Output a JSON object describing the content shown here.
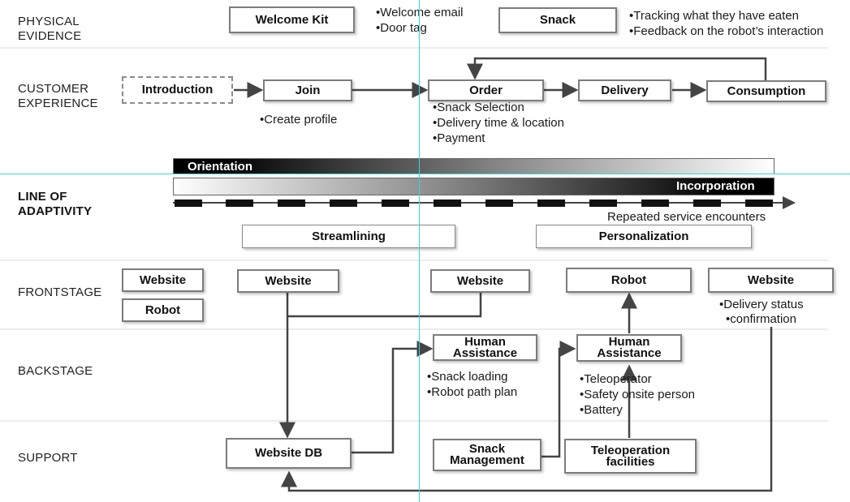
{
  "lanes": {
    "physical_evidence": "PHYSICAL\nEVIDENCE",
    "customer_experience": "CUSTOMER\nEXPERIENCE",
    "line_of_adaptivity": "LINE OF\nADAPTIVITY",
    "frontstage": "FRONTSTAGE",
    "backstage": "BACKSTAGE",
    "support": "SUPPORT"
  },
  "physical": {
    "welcome_kit": "Welcome Kit",
    "welcome_notes": [
      "Welcome email",
      "Door tag"
    ],
    "snack": "Snack",
    "snack_notes": [
      "Tracking what they have eaten",
      "Feedback on the robot’s interaction"
    ]
  },
  "customer": {
    "introduction": "Introduction",
    "join": "Join",
    "join_notes": [
      "Create profile"
    ],
    "order": "Order",
    "order_notes": [
      "Snack Selection",
      "Delivery time & location",
      "Payment"
    ],
    "delivery": "Delivery",
    "consumption": "Consumption"
  },
  "adaptivity": {
    "orientation": "Orientation",
    "incorporation": "Incorporation",
    "repeated": "Repeated service encounters",
    "streamlining": "Streamlining",
    "personalization": "Personalization"
  },
  "frontstage": {
    "website_a": "Website",
    "robot_a": "Robot",
    "website_b": "Website",
    "website_c": "Website",
    "robot_b": "Robot",
    "website_d": "Website",
    "website_d_notes": [
      "Delivery status",
      "confirmation"
    ]
  },
  "backstage": {
    "human_assist_a": "Human\nAssistance",
    "human_assist_a_notes": [
      "Snack loading",
      "Robot path plan"
    ],
    "human_assist_b": "Human\nAssistance",
    "human_assist_b_notes": [
      "Teleoperator",
      "Safety onsite person",
      "Battery"
    ]
  },
  "support": {
    "website_db": "Website DB",
    "snack_management": "Snack\nManagement",
    "teleoperation": "Teleoperation\nfacilities"
  },
  "colors": {
    "guide": "#33d6e6",
    "border": "#7c7c7c",
    "arrow": "#444444"
  }
}
